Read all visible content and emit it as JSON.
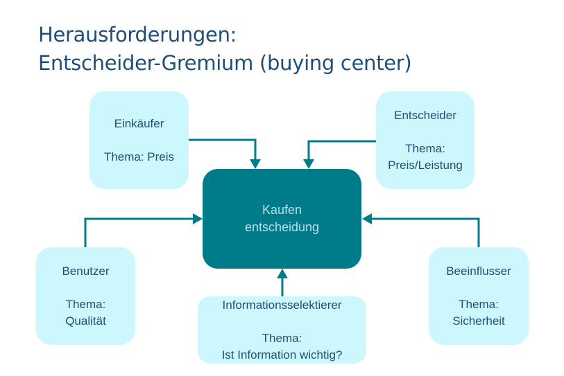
{
  "title": {
    "line1": "Herausforderungen:",
    "line2": "Entscheider-Gremium (buying center)"
  },
  "center": {
    "line1": "Kaufen",
    "line2": "entscheidung"
  },
  "roles": [
    {
      "name": "Einkäufer",
      "topic_lines": [
        "Thema: Preis"
      ]
    },
    {
      "name": "Entscheider",
      "topic_lines": [
        "Thema:",
        "Preis/Leistung"
      ]
    },
    {
      "name": "Benutzer",
      "topic_lines": [
        "Thema:",
        "Qualität"
      ]
    },
    {
      "name": "Informationsselektierer",
      "topic_lines": [
        "Thema:",
        "Ist Information wichtig?"
      ]
    },
    {
      "name": "Beeinflusser",
      "topic_lines": [
        "Thema:",
        "Sicherheit"
      ]
    }
  ],
  "colors": {
    "title": "#1f4e79",
    "center_fill": "#007b8a",
    "center_text": "#b9dfe5",
    "role_fill": "#ccf7fc",
    "role_text": "#1f4e79",
    "arrow": "#007b8a"
  }
}
